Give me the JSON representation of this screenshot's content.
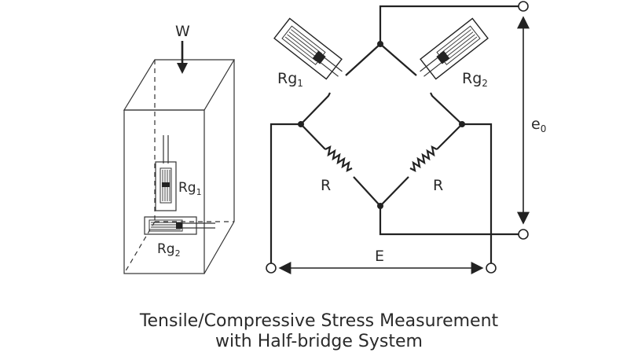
{
  "left_figure": {
    "load_label": "W",
    "gauge1_label": "Rg",
    "gauge1_sub": "1",
    "gauge2_label": "Rg",
    "gauge2_sub": "2"
  },
  "bridge": {
    "gauge1_label": "Rg",
    "gauge1_sub": "1",
    "gauge2_label": "Rg",
    "gauge2_sub": "2",
    "resistor_left_label": "R",
    "resistor_right_label": "R",
    "output_label": "e",
    "output_sub": "0",
    "excitation_label": "E"
  },
  "caption": {
    "line1": "Tensile/Compressive Stress Measurement",
    "line2": "with Half-bridge System"
  }
}
